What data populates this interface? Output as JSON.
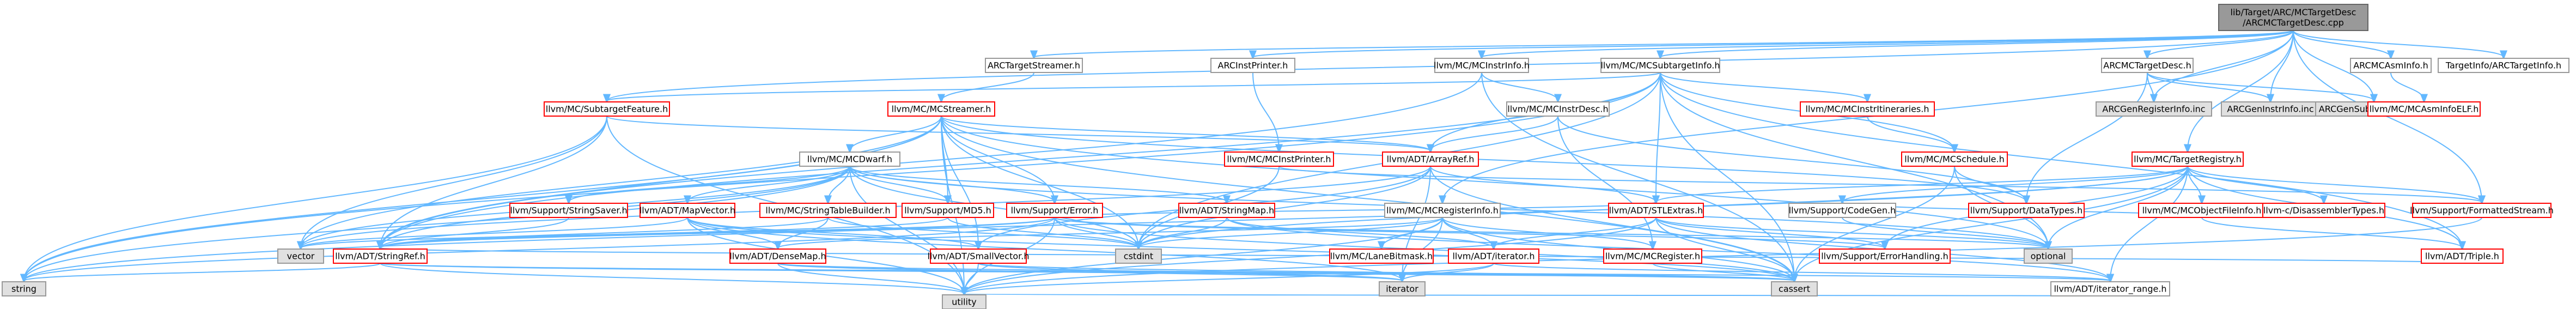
{
  "colors": {
    "edge": "#63b8ff",
    "root_fill": "#999999",
    "root_stroke": "#666666",
    "file_fill": "#ffffff",
    "file_stroke": "#ff0000",
    "link_fill": "#ffffff",
    "link_stroke": "#999999",
    "system_fill": "#e0e0e0",
    "system_stroke": "#999999",
    "text": "#000000"
  },
  "nodes": {
    "root": {
      "lines": [
        "lib/Target/ARC/MCTargetDesc",
        "/ARCMCTargetDesc.cpp"
      ],
      "kind": "root"
    },
    "arctargetstreamer": {
      "lines": [
        "ARCTargetStreamer.h"
      ],
      "kind": "link"
    },
    "arcinstprinter": {
      "lines": [
        "ARCInstPrinter.h"
      ],
      "kind": "link"
    },
    "mcinstrinfo": {
      "lines": [
        "llvm/MC/MCInstrInfo.h"
      ],
      "kind": "link"
    },
    "mcsubtargetinfo": {
      "lines": [
        "llvm/MC/MCSubtargetInfo.h"
      ],
      "kind": "link"
    },
    "arcmctargetdesc": {
      "lines": [
        "ARCMCTargetDesc.h"
      ],
      "kind": "link"
    },
    "arcmcasminfo": {
      "lines": [
        "ARCMCAsmInfo.h"
      ],
      "kind": "link"
    },
    "targetinfo": {
      "lines": [
        "TargetInfo/ARCTargetInfo.h"
      ],
      "kind": "link"
    },
    "subtargetfeature": {
      "lines": [
        "llvm/MC/SubtargetFeature.h"
      ],
      "kind": "file"
    },
    "mcstreamer": {
      "lines": [
        "llvm/MC/MCStreamer.h"
      ],
      "kind": "file"
    },
    "mcinstprinter": {
      "lines": [
        "llvm/MC/MCInstPrinter.h"
      ],
      "kind": "file"
    },
    "mcinstrdesc": {
      "lines": [
        "llvm/MC/MCInstrDesc.h"
      ],
      "kind": "link"
    },
    "mcinstritineraries": {
      "lines": [
        "llvm/MC/MCInstrItineraries.h"
      ],
      "kind": "file"
    },
    "arcgenregisterinfo": {
      "lines": [
        "ARCGenRegisterInfo.inc"
      ],
      "kind": "system"
    },
    "arcgeninstrinfo": {
      "lines": [
        "ARCGenInstrInfo.inc"
      ],
      "kind": "system"
    },
    "arcgensubtargetinfo": {
      "lines": [
        "ARCGenSubtargetInfo.inc"
      ],
      "kind": "system"
    },
    "mcasminfoelf": {
      "lines": [
        "llvm/MC/MCAsmInfoELF.h"
      ],
      "kind": "file"
    },
    "mcdwarf": {
      "lines": [
        "llvm/MC/MCDwarf.h"
      ],
      "kind": "link"
    },
    "arrayref": {
      "lines": [
        "llvm/ADT/ArrayRef.h"
      ],
      "kind": "file"
    },
    "mcschedule": {
      "lines": [
        "llvm/MC/MCSchedule.h"
      ],
      "kind": "file"
    },
    "targetregistry": {
      "lines": [
        "llvm/MC/TargetRegistry.h"
      ],
      "kind": "file"
    },
    "stringsaver": {
      "lines": [
        "llvm/Support/StringSaver.h"
      ],
      "kind": "file"
    },
    "mapvector": {
      "lines": [
        "llvm/ADT/MapVector.h"
      ],
      "kind": "file"
    },
    "stringtablebuilder": {
      "lines": [
        "llvm/MC/StringTableBuilder.h"
      ],
      "kind": "file"
    },
    "md5": {
      "lines": [
        "llvm/Support/MD5.h"
      ],
      "kind": "file"
    },
    "supporterror": {
      "lines": [
        "llvm/Support/Error.h"
      ],
      "kind": "file"
    },
    "stringmap": {
      "lines": [
        "llvm/ADT/StringMap.h"
      ],
      "kind": "file"
    },
    "mcregisterinfo": {
      "lines": [
        "llvm/MC/MCRegisterInfo.h"
      ],
      "kind": "link"
    },
    "stlextras": {
      "lines": [
        "llvm/ADT/STLExtras.h"
      ],
      "kind": "file"
    },
    "codegen": {
      "lines": [
        "llvm/Support/CodeGen.h"
      ],
      "kind": "link"
    },
    "datatypes": {
      "lines": [
        "llvm/Support/DataTypes.h"
      ],
      "kind": "file"
    },
    "mcobjectfileinfo": {
      "lines": [
        "llvm/MC/MCObjectFileInfo.h"
      ],
      "kind": "file"
    },
    "disassemblertypes": {
      "lines": [
        "llvm-c/DisassemblerTypes.h"
      ],
      "kind": "file"
    },
    "formattedstream": {
      "lines": [
        "llvm/Support/FormattedStream.h"
      ],
      "kind": "file"
    },
    "stringref": {
      "lines": [
        "llvm/ADT/StringRef.h"
      ],
      "kind": "file"
    },
    "vector": {
      "lines": [
        "vector"
      ],
      "kind": "system"
    },
    "densemap": {
      "lines": [
        "llvm/ADT/DenseMap.h"
      ],
      "kind": "file"
    },
    "smallvector": {
      "lines": [
        "llvm/ADT/SmallVector.h"
      ],
      "kind": "file"
    },
    "cstdint": {
      "lines": [
        "cstdint"
      ],
      "kind": "system"
    },
    "lanebitmask": {
      "lines": [
        "llvm/MC/LaneBitmask.h"
      ],
      "kind": "file"
    },
    "iteratorh": {
      "lines": [
        "llvm/ADT/iterator.h"
      ],
      "kind": "file"
    },
    "mcregister": {
      "lines": [
        "llvm/MC/MCRegister.h"
      ],
      "kind": "file"
    },
    "errorhandling": {
      "lines": [
        "llvm/Support/ErrorHandling.h"
      ],
      "kind": "file"
    },
    "optional": {
      "lines": [
        "optional"
      ],
      "kind": "system"
    },
    "triple": {
      "lines": [
        "llvm/ADT/Triple.h"
      ],
      "kind": "file"
    },
    "string": {
      "lines": [
        "string"
      ],
      "kind": "system"
    },
    "iterator": {
      "lines": [
        "iterator"
      ],
      "kind": "system"
    },
    "cassert": {
      "lines": [
        "cassert"
      ],
      "kind": "system"
    },
    "iteratorrange": {
      "lines": [
        "llvm/ADT/iterator_range.h"
      ],
      "kind": "link"
    },
    "utility": {
      "lines": [
        "utility"
      ],
      "kind": "system"
    }
  },
  "edges": [
    [
      "root",
      "arctargetstreamer"
    ],
    [
      "root",
      "arcinstprinter"
    ],
    [
      "root",
      "mcinstrinfo"
    ],
    [
      "root",
      "mcsubtargetinfo"
    ],
    [
      "root",
      "arcmctargetdesc"
    ],
    [
      "root",
      "arcmcasminfo"
    ],
    [
      "root",
      "targetinfo"
    ],
    [
      "root",
      "mcregisterinfo"
    ],
    [
      "root",
      "targetregistry"
    ],
    [
      "root",
      "formattedstream"
    ],
    [
      "root",
      "subtargetfeature"
    ],
    [
      "root",
      "arcgenregisterinfo"
    ],
    [
      "root",
      "arcgeninstrinfo"
    ],
    [
      "root",
      "arcgensubtargetinfo"
    ],
    [
      "arctargetstreamer",
      "mcstreamer"
    ],
    [
      "arcinstprinter",
      "mcinstprinter"
    ],
    [
      "mcinstrinfo",
      "mcinstrdesc"
    ],
    [
      "mcinstrinfo",
      "cassert"
    ],
    [
      "mcinstrinfo",
      "stringref"
    ],
    [
      "mcsubtargetinfo",
      "arrayref"
    ],
    [
      "mcsubtargetinfo",
      "stlextras"
    ],
    [
      "mcsubtargetinfo",
      "stringref"
    ],
    [
      "mcsubtargetinfo",
      "mcinstritineraries"
    ],
    [
      "mcsubtargetinfo",
      "mcschedule"
    ],
    [
      "mcsubtargetinfo",
      "subtargetfeature"
    ],
    [
      "mcsubtargetinfo",
      "cassert"
    ],
    [
      "mcsubtargetinfo",
      "cstdint"
    ],
    [
      "mcsubtargetinfo",
      "optional"
    ],
    [
      "mcsubtargetinfo",
      "string"
    ],
    [
      "mcsubtargetinfo",
      "triple"
    ],
    [
      "arcmctargetdesc",
      "datatypes"
    ],
    [
      "arcmctargetdesc",
      "arcgenregisterinfo"
    ],
    [
      "arcmctargetdesc",
      "arcgeninstrinfo"
    ],
    [
      "arcmctargetdesc",
      "arcgensubtargetinfo"
    ],
    [
      "arcmcasminfo",
      "mcasminfoelf"
    ],
    [
      "subtargetfeature",
      "arrayref"
    ],
    [
      "subtargetfeature",
      "stringref"
    ],
    [
      "subtargetfeature",
      "string"
    ],
    [
      "subtargetfeature",
      "vector"
    ],
    [
      "subtargetfeature",
      "utility"
    ],
    [
      "mcstreamer",
      "arrayref"
    ],
    [
      "mcstreamer",
      "mcdwarf"
    ],
    [
      "mcstreamer",
      "stringref"
    ],
    [
      "mcstreamer",
      "smallvector"
    ],
    [
      "mcstreamer",
      "supporterror"
    ],
    [
      "mcstreamer",
      "md5"
    ],
    [
      "mcstreamer",
      "cassert"
    ],
    [
      "mcstreamer",
      "cstdint"
    ],
    [
      "mcstreamer",
      "memory"
    ],
    [
      "mcstreamer",
      "optional"
    ],
    [
      "mcstreamer",
      "string"
    ],
    [
      "mcstreamer",
      "utility"
    ],
    [
      "mcstreamer",
      "vector"
    ],
    [
      "mcstreamer",
      "datatypes"
    ],
    [
      "mcinstprinter",
      "formattedstream"
    ],
    [
      "mcinstprinter",
      "cstdint"
    ],
    [
      "mcinstrdesc",
      "arrayref"
    ],
    [
      "mcinstrdesc",
      "mcregister"
    ],
    [
      "mcinstrdesc",
      "datatypes"
    ],
    [
      "mcinstritineraries",
      "mcschedule"
    ],
    [
      "mcdwarf",
      "mapvector"
    ],
    [
      "mcdwarf",
      "stringmap"
    ],
    [
      "mcdwarf",
      "stringref"
    ],
    [
      "mcdwarf",
      "stringtablebuilder"
    ],
    [
      "mcdwarf",
      "supporterror"
    ],
    [
      "mcdwarf",
      "md5"
    ],
    [
      "mcdwarf",
      "stringsaver"
    ],
    [
      "mcdwarf",
      "cstdint"
    ],
    [
      "mcdwarf",
      "optional"
    ],
    [
      "mcdwarf",
      "string"
    ],
    [
      "mcdwarf",
      "utility"
    ],
    [
      "mcdwarf",
      "vector"
    ],
    [
      "arrayref",
      "smallvector"
    ],
    [
      "arrayref",
      "stlextras"
    ],
    [
      "arrayref",
      "cassert"
    ],
    [
      "arrayref",
      "cstdint"
    ],
    [
      "arrayref",
      "iterator"
    ],
    [
      "arrayref",
      "vector"
    ],
    [
      "mcschedule",
      "datatypes"
    ],
    [
      "mcschedule",
      "cassert"
    ],
    [
      "mcschedule",
      "optional"
    ],
    [
      "targetregistry",
      "disassemblertypes"
    ],
    [
      "targetregistry",
      "stlextras"
    ],
    [
      "targetregistry",
      "iteratorrange"
    ],
    [
      "targetregistry",
      "triple"
    ],
    [
      "targetregistry",
      "codegen"
    ],
    [
      "targetregistry",
      "errorhandling"
    ],
    [
      "targetregistry",
      "formattedstream"
    ],
    [
      "targetregistry",
      "mcobjectfileinfo"
    ],
    [
      "targetregistry",
      "cassert"
    ],
    [
      "targetregistry",
      "cstdint"
    ],
    [
      "targetregistry",
      "optional"
    ],
    [
      "targetregistry",
      "string"
    ],
    [
      "stringsaver",
      "stringref"
    ],
    [
      "mapvector",
      "densemap"
    ],
    [
      "mapvector",
      "smallvector"
    ],
    [
      "mapvector",
      "cassert"
    ],
    [
      "mapvector",
      "iterator"
    ],
    [
      "mapvector",
      "utility"
    ],
    [
      "mapvector",
      "vector"
    ],
    [
      "stringtablebuilder",
      "densemap"
    ],
    [
      "stringtablebuilder",
      "stringref"
    ],
    [
      "stringtablebuilder",
      "cstdint"
    ],
    [
      "md5",
      "stringref"
    ],
    [
      "md5",
      "cstdint"
    ],
    [
      "supporterror",
      "stlextras"
    ],
    [
      "supporterror",
      "stringref"
    ],
    [
      "supporterror",
      "errorhandling"
    ],
    [
      "supporterror",
      "cassert"
    ],
    [
      "supporterror",
      "cstdint"
    ],
    [
      "supporterror",
      "optional"
    ],
    [
      "supporterror",
      "string"
    ],
    [
      "supporterror",
      "utility"
    ],
    [
      "supporterror",
      "vector"
    ],
    [
      "stringmap",
      "iteratorh"
    ],
    [
      "stringmap",
      "iteratorrange"
    ],
    [
      "stringmap",
      "cstdint"
    ],
    [
      "mcregisterinfo",
      "densemap"
    ],
    [
      "mcregisterinfo",
      "iteratorh"
    ],
    [
      "mcregisterinfo",
      "lanebitmask"
    ],
    [
      "mcregisterinfo",
      "mcregister"
    ],
    [
      "mcregisterinfo",
      "cassert"
    ],
    [
      "mcregisterinfo",
      "cstdint"
    ],
    [
      "mcregisterinfo",
      "iterator"
    ],
    [
      "mcregisterinfo",
      "utility"
    ],
    [
      "stlextras",
      "iteratorh"
    ],
    [
      "stlextras",
      "iteratorrange"
    ],
    [
      "stlextras",
      "errorhandling"
    ],
    [
      "stlextras",
      "cassert"
    ],
    [
      "stlextras",
      "optional"
    ],
    [
      "stlextras",
      "utility"
    ],
    [
      "codegen",
      "optional"
    ],
    [
      "mcobjectfileinfo",
      "triple"
    ],
    [
      "mcobjectfileinfo",
      "codegen"
    ],
    [
      "stringref",
      "iteratorrange"
    ],
    [
      "stringref",
      "cassert"
    ],
    [
      "stringref",
      "string"
    ],
    [
      "stringref",
      "utility"
    ],
    [
      "densemap",
      "utility"
    ],
    [
      "densemap",
      "iterator"
    ],
    [
      "densemap",
      "cassert"
    ],
    [
      "smallvector",
      "cassert"
    ],
    [
      "smallvector",
      "iterator"
    ],
    [
      "smallvector",
      "utility"
    ],
    [
      "iteratorh",
      "iteratorrange"
    ],
    [
      "iteratorh",
      "iterator"
    ],
    [
      "iteratorh",
      "utility"
    ],
    [
      "mcregister",
      "cassert"
    ],
    [
      "triple",
      "stringref"
    ],
    [
      "iteratorrange",
      "utility"
    ],
    [
      "formattedstream",
      "utility"
    ]
  ]
}
